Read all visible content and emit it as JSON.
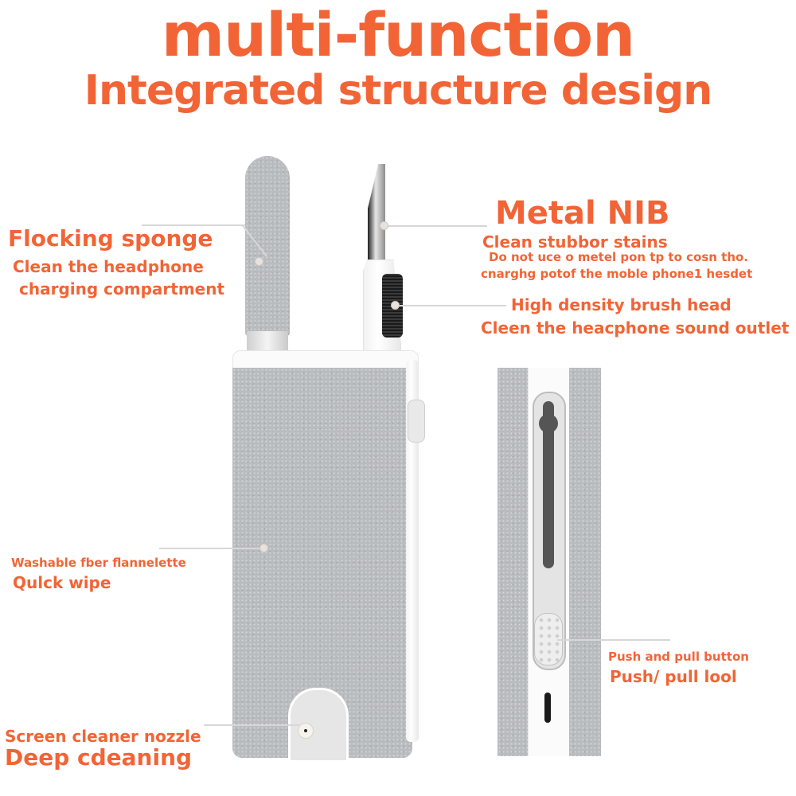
{
  "header": {
    "title": "multi-function",
    "subtitle": "Integrated structure design"
  },
  "colors": {
    "accent": "#f26436",
    "felt": "#b9bcbf",
    "plastic": "#ffffff",
    "leader": "#d7d7d7"
  },
  "callouts": {
    "flocking_sponge": {
      "heading": "Flocking sponge",
      "line1": "Clean the headphone",
      "line2": "charging compartment"
    },
    "metal_nib": {
      "heading": "Metal NIB",
      "line1": "Clean stubbor stains",
      "line2": "Do not uce o metel pon tp to cosn tho.",
      "line3": "cnarghg potof the moble phone1 hesdet"
    },
    "brush_head": {
      "heading": "High density brush head",
      "line1": "Cleen the heacphone sound outlet"
    },
    "flannelette": {
      "heading": "Washable fber flannelette",
      "line1": "Qulck wipe"
    },
    "push_pull": {
      "heading": "Push and pull button",
      "line1": "Push/ pull lool"
    },
    "nozzle": {
      "heading": "Screen cleaner nozzle",
      "line1": "Deep cdeaning"
    }
  },
  "product": {
    "icons": [
      "flocking-sponge-tip",
      "metal-nib",
      "brush-head",
      "felt-body",
      "slider-button",
      "spray-nozzle",
      "charging-slot"
    ]
  }
}
